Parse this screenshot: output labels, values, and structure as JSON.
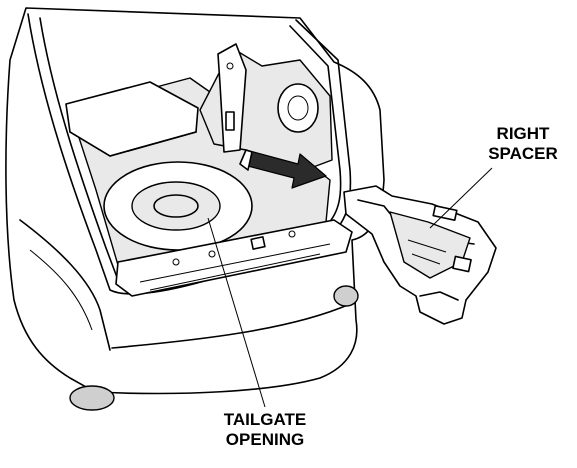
{
  "diagram": {
    "labels": {
      "right_spacer": [
        "RIGHT",
        "SPACER"
      ],
      "tailgate_opening": [
        "TAILGATE",
        "OPENING"
      ]
    },
    "colors": {
      "line": "#000000",
      "background": "#ffffff",
      "shade": "#e9e9e9",
      "arrow": "#2b2b2b"
    },
    "icons": [
      "removal-direction-arrow-icon"
    ]
  }
}
